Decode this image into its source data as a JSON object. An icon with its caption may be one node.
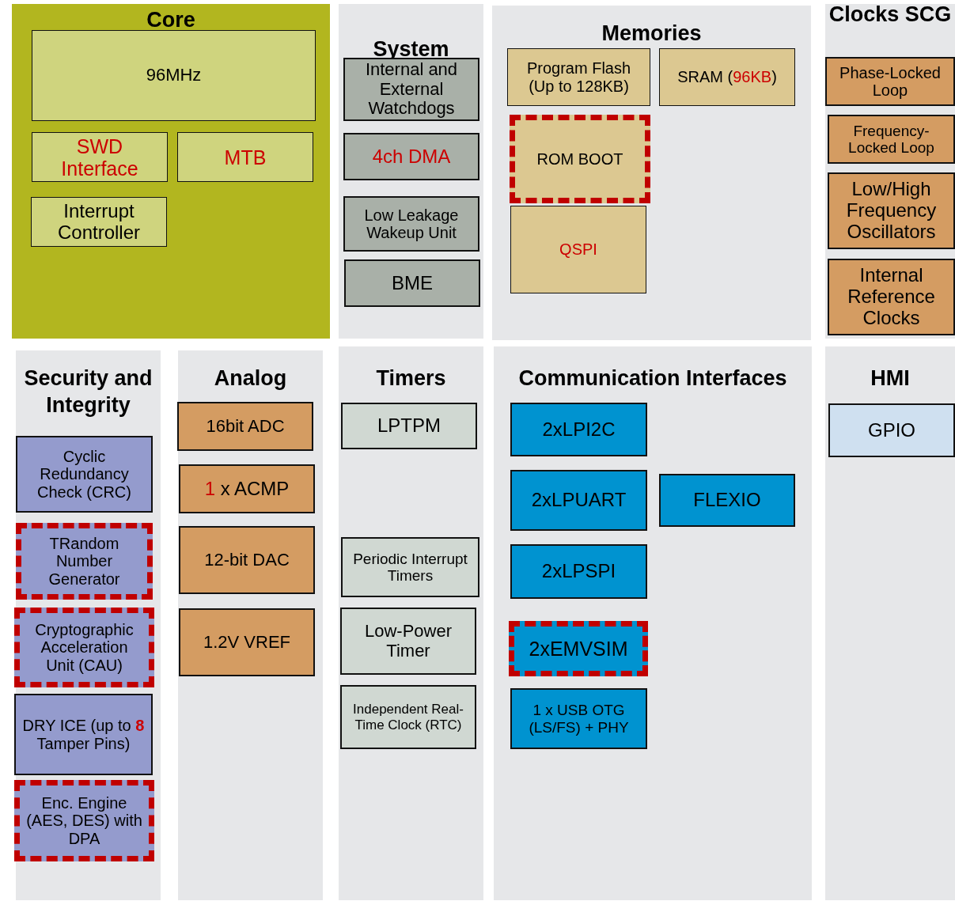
{
  "diagram": {
    "nodes": [
      {
        "text": [
          "Core"
        ]
      },
      {
        "text": [
          "96MHz"
        ],
        "in": 0
      },
      {
        "text": [
          "SWD Interface"
        ],
        "in": 0
      },
      {
        "text": [
          "MTB"
        ],
        "in": 0
      },
      {
        "text": [
          "Interrupt Controller"
        ],
        "in": 0
      },
      {
        "text": [
          "System"
        ]
      },
      {
        "text": [
          "Internal and External Watchdogs"
        ],
        "in": 5
      },
      {
        "text": [
          "4ch DMA"
        ],
        "in": 5
      },
      {
        "text": [
          "Low Leakage Wakeup Unit"
        ],
        "in": 5
      },
      {
        "text": [
          "BME"
        ],
        "in": 5
      },
      {
        "text": [
          "Memories"
        ]
      },
      {
        "text": [
          "Program Flash (Up to 128KB)"
        ],
        "in": 10
      },
      {
        "text": [
          "SRAM (*96KB*)"
        ],
        "in": 10
      },
      {
        "text": [
          "ROM BOOT"
        ],
        "in": 10
      },
      {
        "text": [
          "QSPI"
        ],
        "in": 10
      },
      {
        "text": [
          "Clocks SCG"
        ]
      },
      {
        "text": [
          "Phase-Locked Loop"
        ],
        "in": 15
      },
      {
        "text": [
          "Frequency-Locked Loop"
        ],
        "in": 15
      },
      {
        "text": [
          "Low/High Frequency Oscillators"
        ],
        "in": 15
      },
      {
        "text": [
          "Internal Reference Clocks"
        ],
        "in": 15
      },
      {
        "text": [
          "Security and Integrity"
        ]
      },
      {
        "text": [
          "Cyclic Redundancy Check (CRC)"
        ],
        "in": 20
      },
      {
        "text": [
          "TRandom Number Generator"
        ],
        "in": 20
      },
      {
        "text": [
          "Cryptographic Acceleration Unit (CAU)"
        ],
        "in": 20
      },
      {
        "text": [
          "DRY ICE (up to **8** Tamper Pins)"
        ],
        "in": 20
      },
      {
        "text": [
          "Enc. Engine (AES, DES) with DPA"
        ],
        "in": 20
      },
      {
        "text": [
          "Analog"
        ]
      },
      {
        "text": [
          "16bit ADC"
        ],
        "in": 26
      },
      {
        "text": [
          "*1* x ACMP"
        ],
        "in": 26
      },
      {
        "text": [
          "12-bit DAC"
        ],
        "in": 26
      },
      {
        "text": [
          "1.2V VREF"
        ],
        "in": 26
      },
      {
        "text": [
          "Timers"
        ]
      },
      {
        "text": [
          "LPTPM"
        ],
        "in": 31
      },
      {
        "text": [
          "Periodic Interrupt Timers"
        ],
        "in": 31
      },
      {
        "text": [
          "Low-Power Timer"
        ],
        "in": 31
      },
      {
        "text": [
          "Independent Real-Time Clock (RTC)"
        ],
        "in": 31
      },
      {
        "text": [
          "Communication Interfaces"
        ]
      },
      {
        "text": [
          "2xLPI2C"
        ],
        "in": 36
      },
      {
        "text": [
          "2xLPUART"
        ],
        "in": 36
      },
      {
        "text": [
          "FLEXIO"
        ],
        "in": 36
      },
      {
        "text": [
          "2xLPSPI"
        ],
        "in": 36
      },
      {
        "text": [
          "2xEMVSIM"
        ],
        "in": 36
      },
      {
        "text": [
          "1 x USB OTG (LS/FS) + PHY"
        ],
        "in": 36
      },
      {
        "text": [
          "HMI"
        ]
      },
      {
        "text": [
          "GPIO"
        ],
        "in": 43
      }
    ]
  }
}
